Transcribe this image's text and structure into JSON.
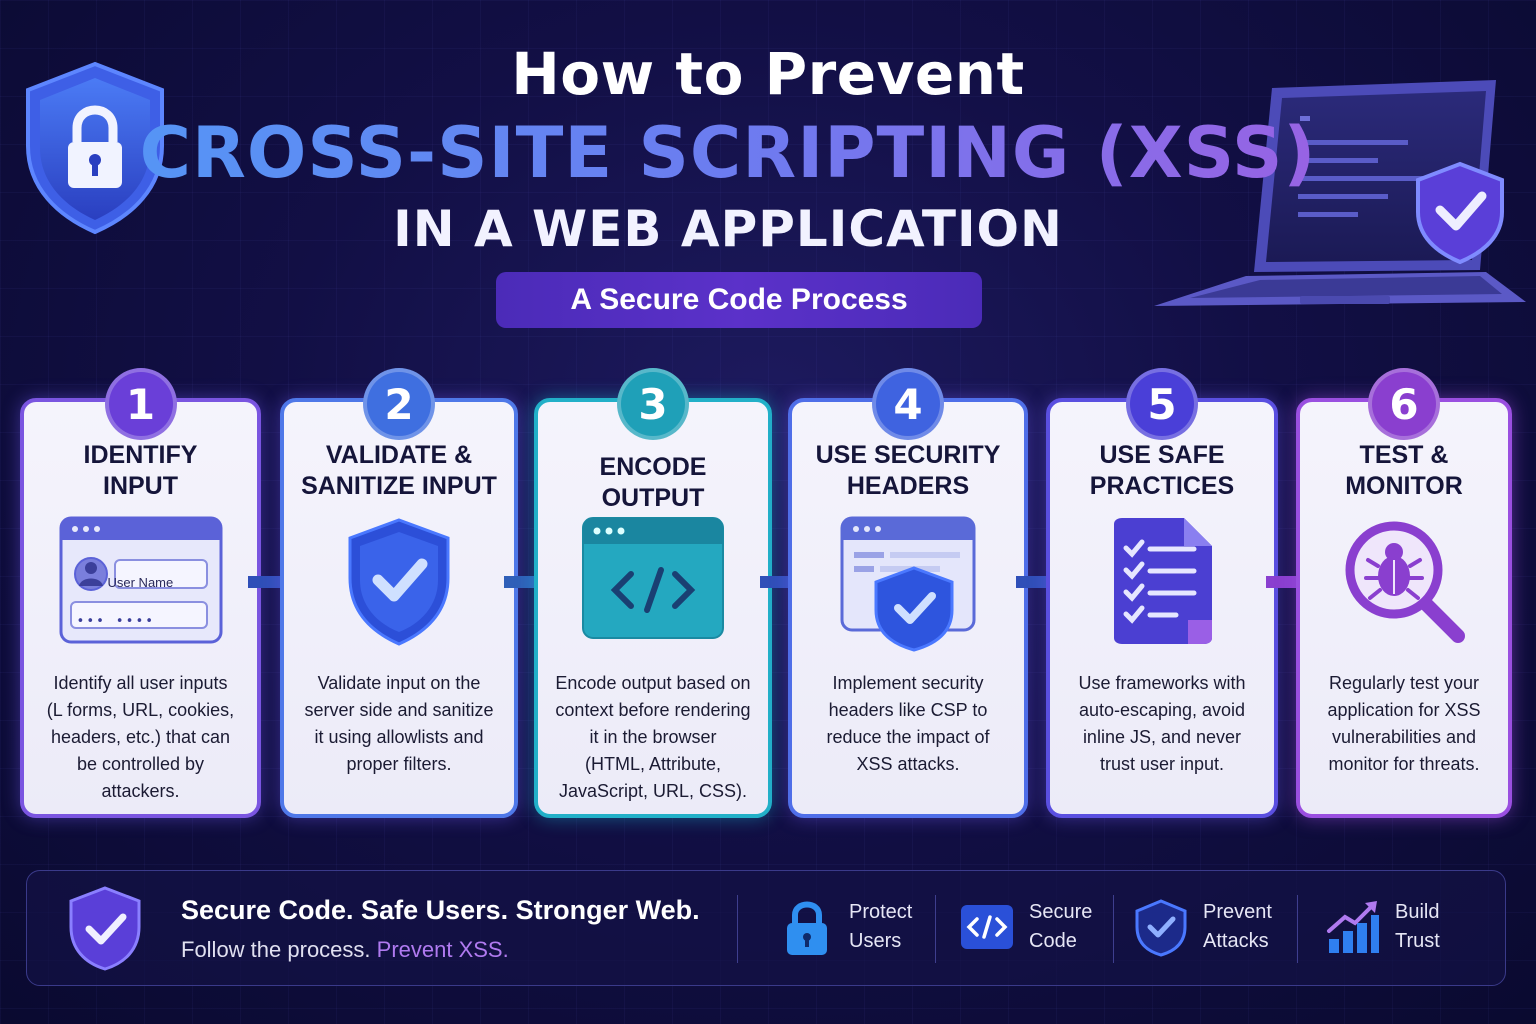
{
  "header": {
    "line1": "How to Prevent",
    "line2": "CROSS-SITE SCRIPTING (XSS)",
    "line3": "IN A WEB APPLICATION",
    "subtitle": "A Secure Code Process"
  },
  "steps": [
    {
      "number": "1",
      "title_line1": "IDENTIFY",
      "title_line2": "INPUT",
      "form_field_label": "User Name",
      "form_password_mask": "••• ••••",
      "desc_lines": [
        "Identify all user inputs",
        "(L forms, URL, cookies,",
        "headers, etc.) that can",
        "be controlled by",
        "attackers."
      ]
    },
    {
      "number": "2",
      "title_line1": "VALIDATE &",
      "title_line2": "SANITIZE INPUT",
      "desc_lines": [
        "Validate input on the",
        "server side and sanitize",
        "it using allowlists and",
        "proper filters."
      ]
    },
    {
      "number": "3",
      "title_line1": "ENCODE OUTPUT",
      "title_line2": "",
      "desc_lines": [
        "Encode output based on",
        "context before rendering",
        "it in the browser",
        "(HTML, Attribute,",
        "JavaScript, URL, CSS)."
      ]
    },
    {
      "number": "4",
      "title_line1": "USE SECURITY",
      "title_line2": "HEADERS",
      "desc_lines": [
        "Implement security",
        "headers like CSP to",
        "reduce the impact of",
        "XSS attacks."
      ]
    },
    {
      "number": "5",
      "title_line1": "USE SAFE",
      "title_line2": "PRACTICES",
      "desc_lines": [
        "Use frameworks with",
        "auto-escaping, avoid",
        "inline JS, and never",
        "trust user input."
      ]
    },
    {
      "number": "6",
      "title_line1": "TEST &",
      "title_line2": "MONITOR",
      "desc_lines": [
        "Regularly test your",
        "application for XSS",
        "vulnerabilities and",
        "monitor for threats."
      ]
    }
  ],
  "footer": {
    "tagline": "Secure Code. Safe Users. Stronger Web.",
    "sub_prefix": "Follow the process. ",
    "sub_accent": "Prevent XSS.",
    "features": [
      {
        "icon": "lock-icon",
        "line1": "Protect",
        "line2": "Users"
      },
      {
        "icon": "code-icon",
        "line1": "Secure",
        "line2": "Code"
      },
      {
        "icon": "shield-check-icon",
        "line1": "Prevent",
        "line2": "Attacks"
      },
      {
        "icon": "growth-chart-icon",
        "line1": "Build",
        "line2": "Trust"
      }
    ]
  },
  "colors": {
    "background": "#120f45",
    "step1": "#6a3fd8",
    "step2": "#3f6fe0",
    "step3": "#1fa0b8",
    "step4": "#3f63e0",
    "step5": "#4a3fd8",
    "step6": "#8a3fcf",
    "accent_purple": "#b07af0"
  }
}
